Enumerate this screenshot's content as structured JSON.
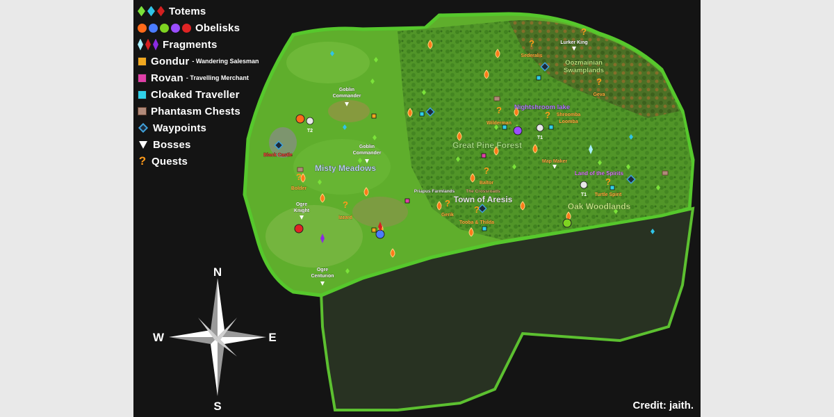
{
  "legend": {
    "totems": "Totems",
    "obelisks": "Obelisks",
    "fragments": "Fragments",
    "gondur": "Gondur",
    "gondur_sub": "- Wandering Salesman",
    "rovan": "Rovan",
    "rovan_sub": "- Travelling Merchant",
    "cloaked": "Cloaked Traveller",
    "chests": "Phantasm Chests",
    "waypoints": "Waypoints",
    "bosses": "Bosses",
    "quests": "Quests"
  },
  "compass": {
    "n": "N",
    "s": "S",
    "e": "E",
    "w": "W"
  },
  "credit": "Credit: jaith.",
  "colors": {
    "background": "#141414",
    "meadow": "#5fae2c",
    "forest": "#4a8a24",
    "unexplored": "#27301f",
    "border": "#6fd63a",
    "quest": "#ff9a1a",
    "region_text": "#b9e07a",
    "nightshroom": "#b57bff",
    "land_spirits": "#e080ff",
    "town": "#e8e8e8",
    "black_castle": "#ff3b3b"
  },
  "regions": {
    "misty_meadows": "Misty Meadows",
    "great_pine_forest": "Great Pine Forest",
    "town_of_aresis": "Town of Aresis",
    "oak_woodlands": "Oak Woodlands",
    "oozmainian_1": "Oozmainian",
    "oozmainian_2": "Swamplands",
    "nightshroom_lake": "Nightshroom lake",
    "land_of_spirits": "Land of the Spirits",
    "black_castle": "Black Castle",
    "priapus": "Priapus Farmlands",
    "crossroads": "The Crossroads"
  },
  "bosses": {
    "goblin1_a": "Goblin",
    "goblin1_b": "Commander",
    "goblin2_a": "Goblin",
    "goblin2_b": "Commander",
    "ogre_knight_a": "Ogre",
    "ogre_knight_b": "Knight",
    "ogre_centurion_a": "Ogre",
    "ogre_centurion_b": "Centurion",
    "lurker_king": "Lurker King",
    "map_maker": "Map Maker"
  },
  "quests": {
    "bolder": "Bolder",
    "izzard": "Izzard",
    "gerik": "Gerik",
    "tooba": "Tooba & Thilda",
    "baltor": "Baltor",
    "wilderman": "Wilderman",
    "sederalis": "Sederalis",
    "geva": "Geva",
    "shroomba_1": "Shroomba",
    "shroomba_2": "Loomba",
    "turtle_spirit": "Turtle Spirit"
  },
  "tier_labels": {
    "t2": "T2",
    "t1_a": "T1",
    "t1_b": "T1"
  }
}
